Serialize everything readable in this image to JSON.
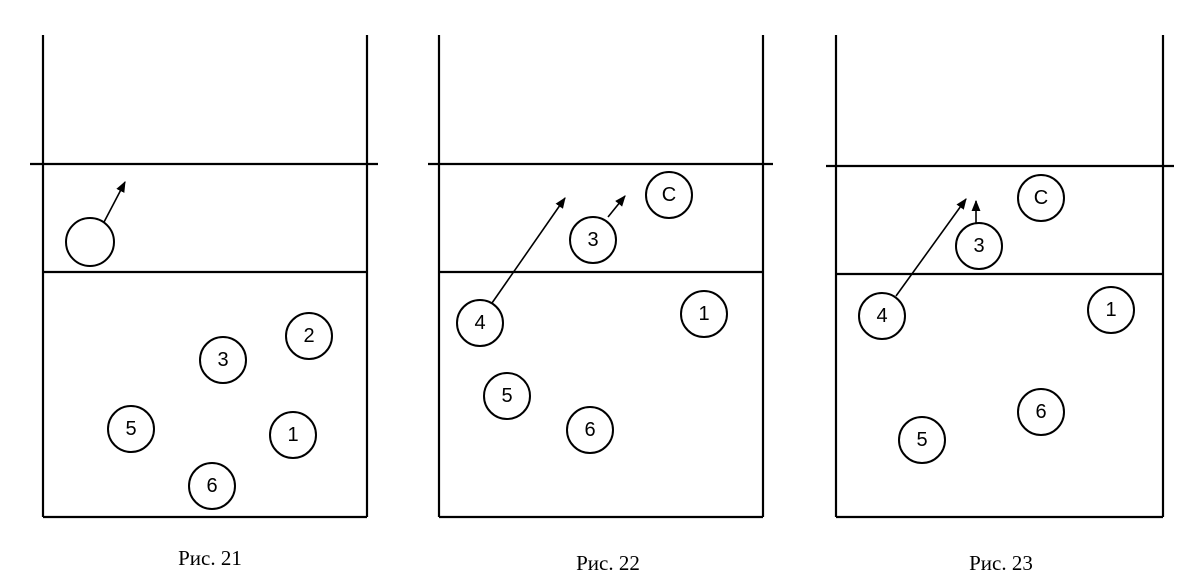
{
  "figures": [
    {
      "caption": "Рис. 21",
      "players": [
        {
          "id": "server",
          "label": ""
        },
        {
          "id": "2",
          "label": "2"
        },
        {
          "id": "3",
          "label": "3"
        },
        {
          "id": "5",
          "label": "5"
        },
        {
          "id": "1",
          "label": "1"
        },
        {
          "id": "6",
          "label": "6"
        }
      ]
    },
    {
      "caption": "Рис. 22",
      "players": [
        {
          "id": "c",
          "label": "С"
        },
        {
          "id": "3",
          "label": "3"
        },
        {
          "id": "4",
          "label": "4"
        },
        {
          "id": "1",
          "label": "1"
        },
        {
          "id": "5",
          "label": "5"
        },
        {
          "id": "6",
          "label": "6"
        }
      ]
    },
    {
      "caption": "Рис. 23",
      "players": [
        {
          "id": "c",
          "label": "С"
        },
        {
          "id": "3",
          "label": "3"
        },
        {
          "id": "4",
          "label": "4"
        },
        {
          "id": "1",
          "label": "1"
        },
        {
          "id": "6",
          "label": "6"
        },
        {
          "id": "5",
          "label": "5"
        }
      ]
    }
  ]
}
